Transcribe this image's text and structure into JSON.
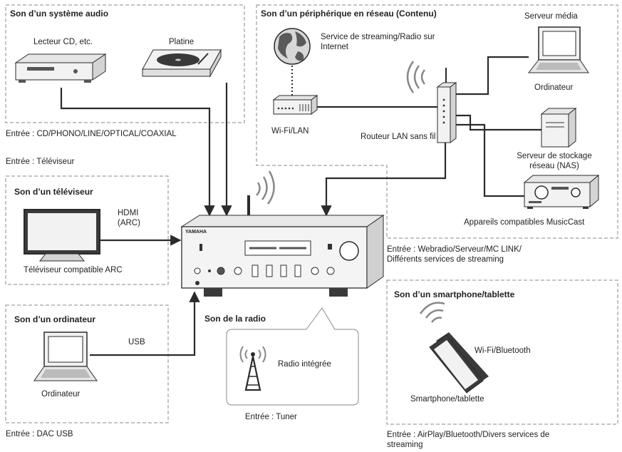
{
  "sections": {
    "audio": {
      "title": "Son d’un système audio",
      "cd_label": "Lecteur CD, etc.",
      "turntable_label": "Platine",
      "input": "Entrée : CD/PHONO/LINE/OPTICAL/COAXIAL"
    },
    "network": {
      "title": "Son d’un périphérique en réseau (Contenu)",
      "streaming_line1": "Service de streaming/Radio sur",
      "streaming_line2": "Internet",
      "wifi_lan": "Wi-Fi/LAN",
      "router": "Routeur LAN sans fil",
      "media_server": "Serveur média",
      "computer": "Ordinateur",
      "nas_line1": "Serveur de stockage",
      "nas_line2": "réseau (NAS)",
      "musiccast": "Appareils compatibles MusicCast",
      "input_line1": "Entrée : Webradio/Serveur/MC LINK/",
      "input_line2": "Différents services de streaming"
    },
    "tv": {
      "title": "Son d’un téléviseur",
      "input": "Entrée : Téléviseur",
      "hdmi_line1": "HDMI",
      "hdmi_line2": "(ARC)",
      "device": "Téléviseur compatible ARC"
    },
    "pc": {
      "title": "Son d’un ordinateur",
      "usb": "USB",
      "device": "Ordinateur",
      "input": "Entrée : DAC USB"
    },
    "radio": {
      "title": "Son de la radio",
      "builtin": "Radio intégrée",
      "input": "Entrée : Tuner"
    },
    "smartphone": {
      "title": "Son d’un smartphone/tablette",
      "wireless": "Wi-Fi/Bluetooth",
      "device": "Smartphone/tablette",
      "input_line1": "Entrée : AirPlay/Bluetooth/Divers services de",
      "input_line2": "streaming"
    },
    "amplifier": {
      "brand": "YAMAHA"
    }
  },
  "colors": {
    "line": "#2b2b2b",
    "dash": "#888888",
    "device_fill": "#f2f2f2",
    "device_dark": "#3a3a3a",
    "screen_blue": "#9fb3c8"
  }
}
